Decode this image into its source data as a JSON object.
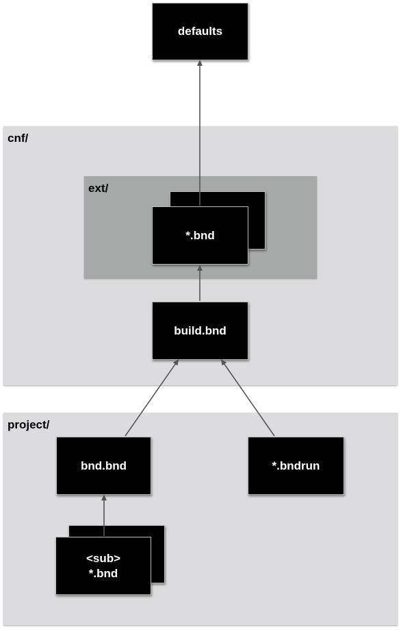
{
  "colors": {
    "group_bg": "#dcdcde",
    "inner_group_bg": "#a7a8a8",
    "node_bg": "#000000",
    "node_text": "#ffffff",
    "edge": "#555555"
  },
  "groups": {
    "cnf": {
      "label": "cnf/"
    },
    "ext": {
      "label": "ext/"
    },
    "project": {
      "label": "project/"
    }
  },
  "nodes": {
    "defaults": {
      "label": "defaults"
    },
    "ext_bnd": {
      "label": "*.bnd"
    },
    "build_bnd": {
      "label": "build.bnd"
    },
    "bnd_bnd": {
      "label": "bnd.bnd"
    },
    "bndrun": {
      "label": "*.bndrun"
    },
    "sub_bnd": {
      "label": "<sub>\n*.bnd"
    }
  },
  "edges": [
    {
      "from": "ext_bnd",
      "to": "defaults"
    },
    {
      "from": "build_bnd",
      "to": "ext_bnd"
    },
    {
      "from": "bnd_bnd",
      "to": "build_bnd"
    },
    {
      "from": "bndrun",
      "to": "build_bnd"
    },
    {
      "from": "sub_bnd",
      "to": "bnd_bnd"
    }
  ]
}
